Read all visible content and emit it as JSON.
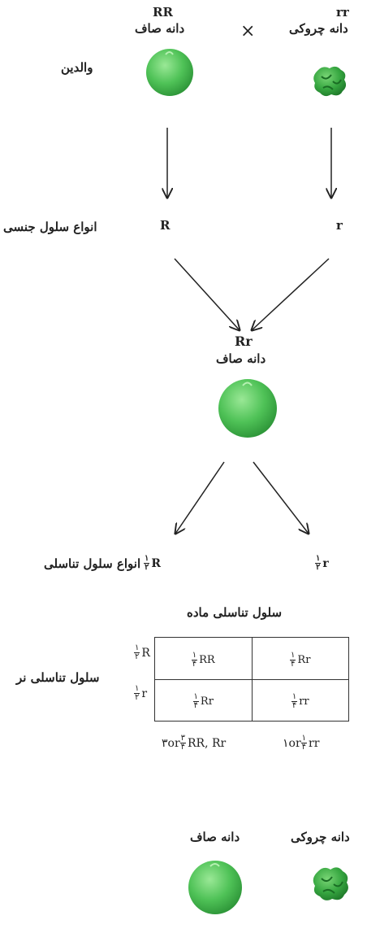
{
  "parents": {
    "left_genotype": "RR",
    "left_label": "دانه صاف",
    "right_genotype": "rr",
    "right_label": "دانه چروکی",
    "cross_symbol": "×",
    "row_label": "والدین"
  },
  "gametes": {
    "row_label": "انواع سلول جنسی",
    "left": "R",
    "right": "r"
  },
  "f1": {
    "genotype": "Rr",
    "label": "دانه صاف"
  },
  "f1_gametes": {
    "row_label": "انواع سلول تناسلی",
    "left_frac_num": "۱",
    "left_frac_den": "۲",
    "left_allele": "R",
    "right_frac_num": "۱",
    "right_frac_den": "۲",
    "right_allele": "r"
  },
  "punnett": {
    "female_label": "سلول تناسلی ماده",
    "male_label": "سلول تناسلی نر",
    "row_headers": [
      {
        "num": "۱",
        "den": "۲",
        "allele": "R"
      },
      {
        "num": "۱",
        "den": "۲",
        "allele": "r"
      }
    ],
    "cells": [
      [
        {
          "num": "۱",
          "den": "۴",
          "geno": "RR"
        },
        {
          "num": "۱",
          "den": "۴",
          "geno": "Rr"
        }
      ],
      [
        {
          "num": "۱",
          "den": "۴",
          "geno": "Rr"
        },
        {
          "num": "۱",
          "den": "۴",
          "geno": "rr"
        }
      ]
    ]
  },
  "ratio": {
    "left_prefix": "۳or",
    "left_num": "۳",
    "left_den": "۴",
    "left_geno": "RR, Rr",
    "right_prefix": "۱or",
    "right_num": "۱",
    "right_den": "۴",
    "right_geno": "rr"
  },
  "phenotypes": {
    "smooth_label": "دانه صاف",
    "wrinkled_label": "دانه چروکی"
  },
  "colors": {
    "pea_light": "#8ee08a",
    "pea_mid": "#4cc052",
    "pea_dark": "#2a8f34",
    "wrinkled_dark": "#1f7a2a",
    "ink": "#222222"
  }
}
